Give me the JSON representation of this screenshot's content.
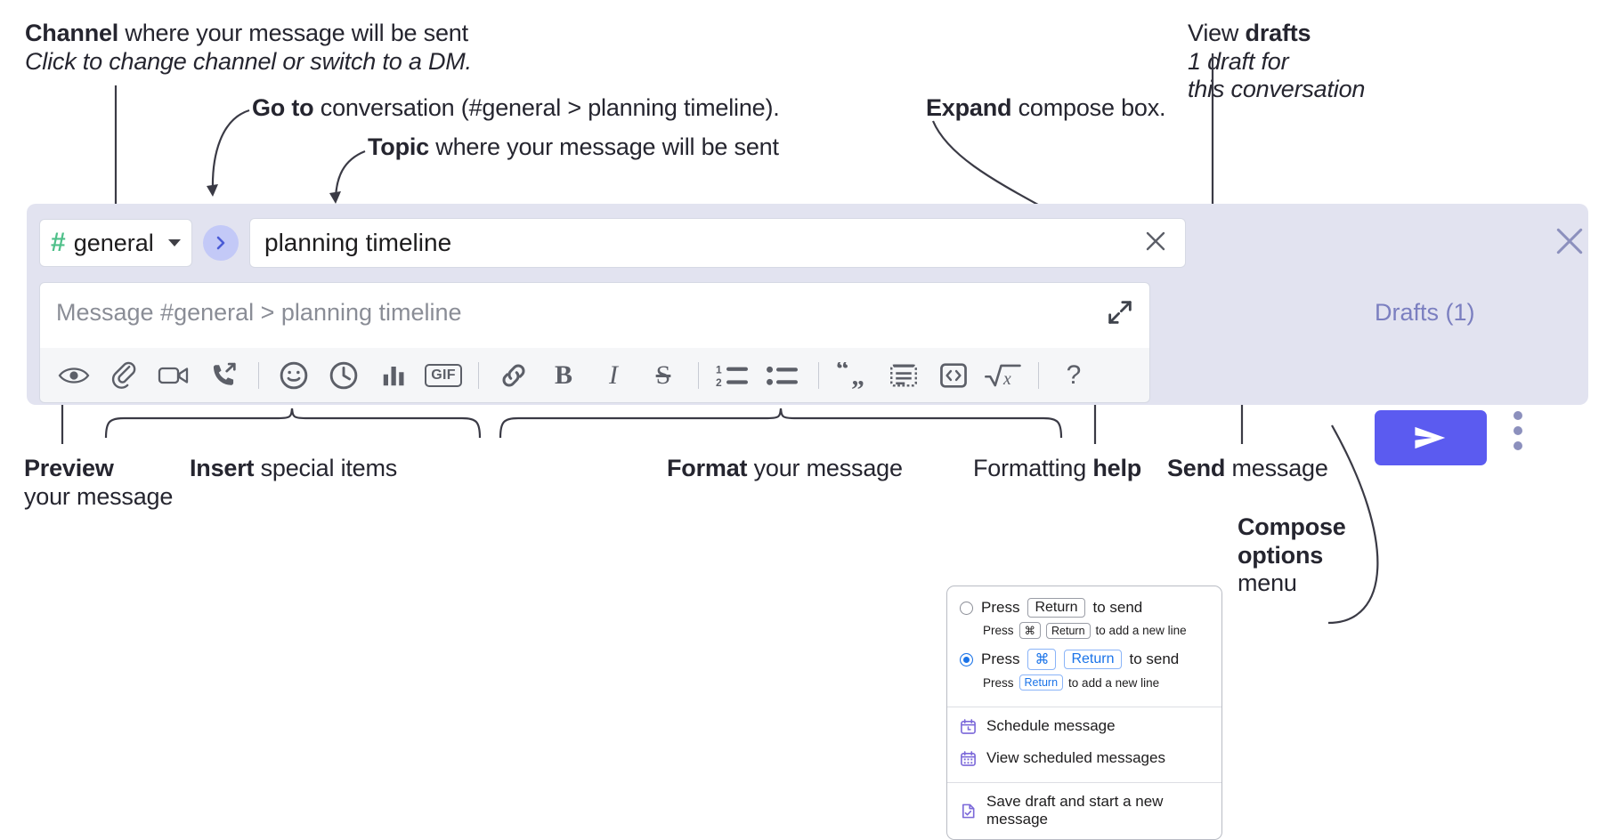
{
  "callouts": {
    "channel": {
      "strong": "Channel",
      "rest": " where your message will be sent",
      "italic": "Click to change channel or switch to a DM."
    },
    "goto": {
      "strong": "Go to",
      "rest": " conversation (#general > planning timeline)."
    },
    "topic": {
      "strong": "Topic",
      "rest": " where your message will be sent"
    },
    "expand": {
      "strong": "Expand",
      "rest": " compose box."
    },
    "drafts": {
      "line1_plain": "View ",
      "line1_strong": "drafts",
      "line2": "1 draft for",
      "line3": "this conversation"
    },
    "preview": {
      "strong": "Preview",
      "line2": "your message"
    },
    "insert": {
      "strong": "Insert",
      "rest": " special items"
    },
    "format": {
      "strong": "Format",
      "rest": " your message"
    },
    "help": {
      "plain": "Formatting ",
      "strong": "help"
    },
    "send": {
      "strong": "Send",
      "rest": " message"
    },
    "compose_options": {
      "line1": "Compose",
      "line2": "options",
      "line3": "menu"
    }
  },
  "compose": {
    "channel_name": "general",
    "hash_symbol": "#",
    "goto_symbol": "›",
    "topic_value": "planning timeline",
    "message_placeholder": "Message #general > planning timeline",
    "drafts_label": "Drafts (1)",
    "toolbar": [
      {
        "name": "preview-icon",
        "label": "Preview"
      },
      {
        "name": "attachment-icon",
        "label": "Attach file"
      },
      {
        "name": "video-icon",
        "label": "Record video clip"
      },
      {
        "name": "audio-call-icon",
        "label": "Record audio clip"
      },
      {
        "name": "separator-1",
        "label": ""
      },
      {
        "name": "emoji-icon",
        "label": "Emoji"
      },
      {
        "name": "clock-icon",
        "label": "Reminder"
      },
      {
        "name": "poll-icon",
        "label": "Poll"
      },
      {
        "name": "gif-icon",
        "label": "GIF"
      },
      {
        "name": "separator-2",
        "label": ""
      },
      {
        "name": "link-icon",
        "label": "Link"
      },
      {
        "name": "bold-icon",
        "label": "B"
      },
      {
        "name": "italic-icon",
        "label": "I"
      },
      {
        "name": "strikethrough-icon",
        "label": "S"
      },
      {
        "name": "separator-3",
        "label": ""
      },
      {
        "name": "ordered-list-icon",
        "label": "Ordered list"
      },
      {
        "name": "bulleted-list-icon",
        "label": "Bulleted list"
      },
      {
        "name": "separator-4",
        "label": ""
      },
      {
        "name": "blockquote-icon",
        "label": "Blockquote"
      },
      {
        "name": "code-block-icon",
        "label": "Code block"
      },
      {
        "name": "inline-code-icon",
        "label": "Code"
      },
      {
        "name": "math-icon",
        "label": "Math"
      },
      {
        "name": "separator-5",
        "label": ""
      },
      {
        "name": "help-icon",
        "label": "?"
      }
    ]
  },
  "options_menu": {
    "radio_1": {
      "selected": false,
      "pre": "Press",
      "key": "Return",
      "post": "to send",
      "sub_pre": "Press",
      "sub_key1": "⌘",
      "sub_key2": "Return",
      "sub_post": "to add a new line"
    },
    "radio_2": {
      "selected": true,
      "pre": "Press",
      "key1": "⌘",
      "key2": "Return",
      "post": "to send",
      "sub_pre": "Press",
      "sub_key": "Return",
      "sub_post": "to add a new line"
    },
    "items": [
      {
        "icon": "calendar-clock-icon",
        "label": "Schedule message"
      },
      {
        "icon": "calendar-grid-icon",
        "label": "View scheduled messages"
      },
      {
        "icon": "save-draft-icon",
        "label": "Save draft and start a new message"
      }
    ]
  },
  "colors": {
    "panel_bg": "#e2e3f0",
    "send_blue": "#5b5bf0",
    "hash_green": "#4fc08a",
    "goto_blue": "#4a5bd6",
    "drafts_purple": "#7b7fc0",
    "radio_blue": "#1a73e8",
    "menu_icon_purple": "#7b68d9"
  }
}
